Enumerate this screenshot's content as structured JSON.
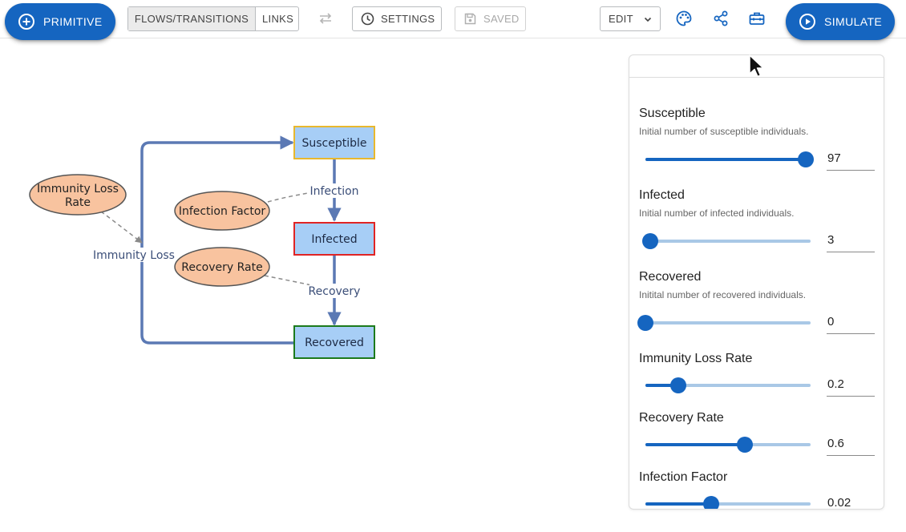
{
  "toolbar": {
    "primitive_label": "PRIMITIVE",
    "flows_label": "FLOWS/TRANSITIONS",
    "links_label": "LINKS",
    "settings_label": "SETTINGS",
    "saved_label": "SAVED",
    "edit_label": "EDIT",
    "simulate_label": "SIMULATE",
    "icons": [
      "add-circle-icon",
      "swap-icon",
      "clock-icon",
      "save-icon",
      "chevron-down-icon",
      "palette-icon",
      "share-icon",
      "toolbox-icon",
      "play-circle-icon"
    ]
  },
  "diagram": {
    "stocks": [
      {
        "label": "Susceptible",
        "border_color": "#e8b82e"
      },
      {
        "label": "Infected",
        "border_color": "#e02424"
      },
      {
        "label": "Recovered",
        "border_color": "#1c7a1c"
      }
    ],
    "variables": [
      {
        "label_lines": [
          "Immunity Loss",
          "Rate"
        ]
      },
      {
        "label": "Infection Factor"
      },
      {
        "label": "Recovery Rate"
      }
    ],
    "flows": [
      {
        "label": "Infection"
      },
      {
        "label": "Recovery"
      },
      {
        "label": "Immunity Loss"
      }
    ],
    "colors": {
      "stock_fill": "#a7cef6",
      "variable_fill": "#f8c39f",
      "flow": "#5b79b4",
      "link": "#8a8a8a"
    }
  },
  "panel": {
    "params": [
      {
        "name": "Susceptible",
        "description": "Initial number of susceptible individuals.",
        "value": "97",
        "fraction": 0.97
      },
      {
        "name": "Infected",
        "description": "Initial number of infected individuals.",
        "value": "3",
        "fraction": 0.03
      },
      {
        "name": "Recovered",
        "description": "Initital number of recovered individuals.",
        "value": "0",
        "fraction": 0.0
      },
      {
        "name": "Immunity Loss Rate",
        "description": "",
        "value": "0.2",
        "fraction": 0.2
      },
      {
        "name": "Recovery Rate",
        "description": "",
        "value": "0.6",
        "fraction": 0.6
      },
      {
        "name": "Infection Factor",
        "description": "",
        "value": "0.02",
        "fraction": 0.4
      }
    ]
  },
  "theme": {
    "accent": "#1565c0"
  }
}
